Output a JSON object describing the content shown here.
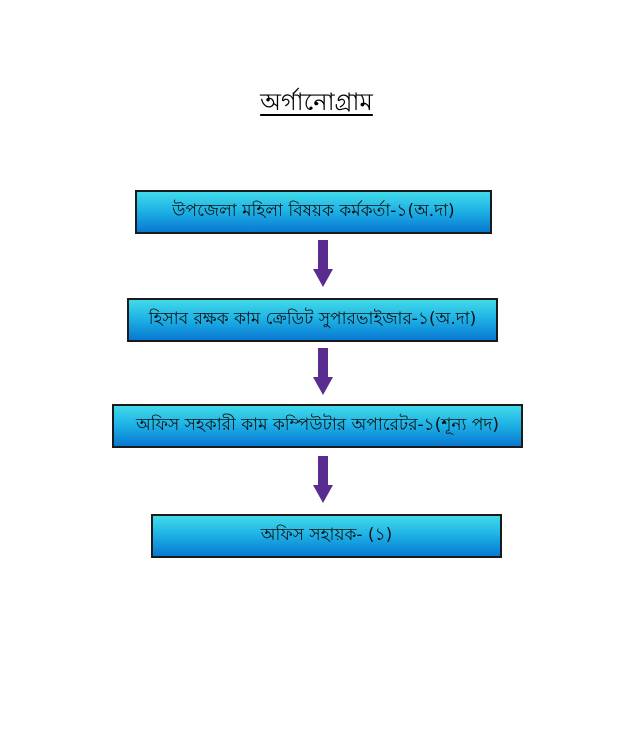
{
  "title": "অর্গানোগ্রাম",
  "boxes": [
    {
      "label": "উপজেলা মহিলা বিষয়ক কর্মকর্তা-১(অ.দা)"
    },
    {
      "label": "হিসাব রক্ষক কাম ক্রেডিট সুপারভাইজার-১(অ.দা)"
    },
    {
      "label": "অফিস সহকারী কাম কম্পিউটার অপারেটর-১(শূন্য পদ)"
    },
    {
      "label": "অফিস সহায়ক- (১)"
    }
  ],
  "colors": {
    "box_gradient_top": "#41d9e8",
    "box_gradient_bottom": "#0878d2",
    "arrow": "#5b2c8f"
  }
}
